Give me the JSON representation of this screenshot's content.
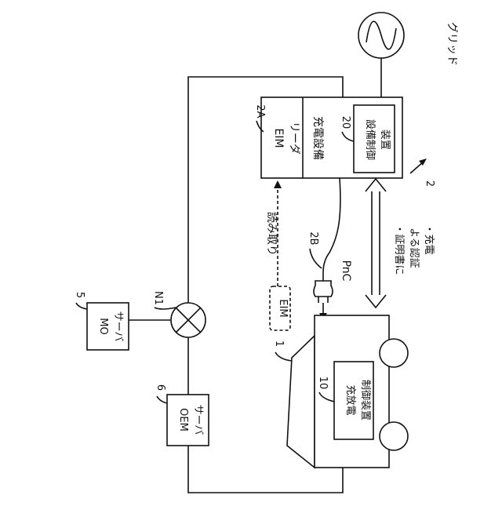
{
  "grid": {
    "label": "グリッド"
  },
  "charging_equipment": {
    "ref": "2",
    "reader_ref": "2A",
    "label": "充電設備",
    "reader_label_1": "EIM",
    "reader_label_2": "リーダ",
    "controller_ref": "20",
    "controller_label_1": "設備制御",
    "controller_label_2": "装置"
  },
  "connector": {
    "ref": "2B",
    "label": "PnC"
  },
  "reading": {
    "label": "読み取り"
  },
  "eim_tag": {
    "label": "EIM"
  },
  "certificate": {
    "line_1": "・証明書に",
    "line_2": "よる認証",
    "line_3": "・充電"
  },
  "vehicle": {
    "ref": "1",
    "controller_ref": "10",
    "controller_label_1": "充放電",
    "controller_label_2": "制御装置"
  },
  "network_node": {
    "ref": "N1"
  },
  "mo_server": {
    "ref": "5",
    "label_1": "MO",
    "label_2": "サーバ"
  },
  "oem_server": {
    "ref": "6",
    "label_1": "OEM",
    "label_2": "サーバ"
  }
}
